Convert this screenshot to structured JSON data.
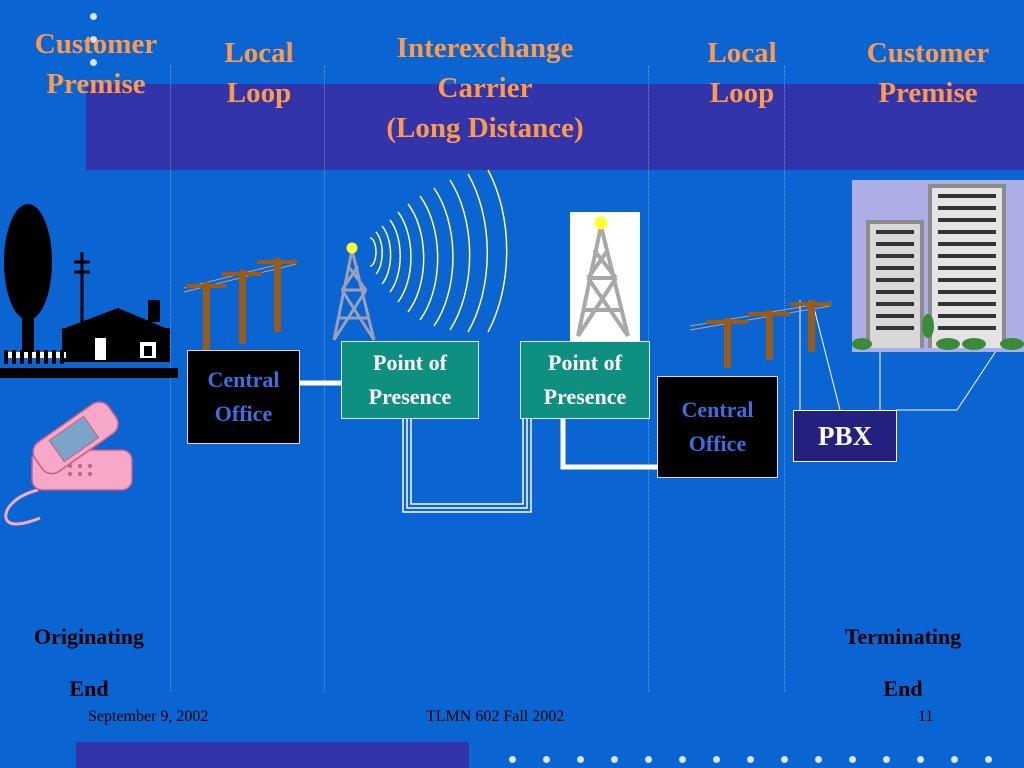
{
  "headers": {
    "customer_premise_left": "Customer\nPremise",
    "local_loop_left": "Local\nLoop",
    "ixc": "Interexchange\nCarrier\n(Long Distance)",
    "local_loop_right": "Local\nLoop",
    "customer_premise_right": "Customer\nPremise"
  },
  "nodes": {
    "central_office_left": "Central\nOffice",
    "pop_left": "Point of\nPresence",
    "pop_right": "Point of\nPresence",
    "central_office_right": "Central\nOffice",
    "pbx": "PBX"
  },
  "ends": {
    "originating_line1": "Originating",
    "originating_line2": "End",
    "terminating_line1": "Terminating",
    "terminating_line2": "End"
  },
  "footer": {
    "date": "September 9,  2002",
    "course": "TLMN 602 Fall 2002",
    "page": "11"
  },
  "colors": {
    "background": "#0a64d2",
    "banner": "#3333aa",
    "header_text": "#ff9a4a",
    "central_office_text": "#3a6fe0",
    "pop_fill": "#0f8f80",
    "pbx_fill": "#232080"
  },
  "icons": [
    "house-with-tree-icon",
    "telephone-icon",
    "utility-pole-icon",
    "radio-tower-icon",
    "microwave-waves-icon",
    "office-buildings-icon"
  ]
}
